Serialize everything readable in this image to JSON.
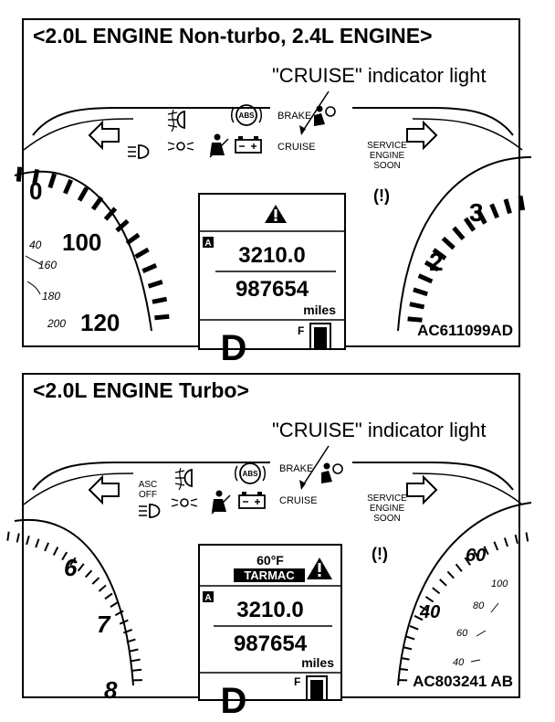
{
  "panels": [
    {
      "title": "<2.0L ENGINE Non-turbo, 2.4L ENGINE>",
      "callout": "\"CRUISE\" indicator light",
      "figure_code": "AC611099AD",
      "left_gauge_numbers": [
        "0",
        "100",
        "120"
      ],
      "left_gauge_small_numbers": [
        "40",
        "160",
        "180",
        "200"
      ],
      "right_gauge_numbers": [
        "3",
        "2"
      ],
      "odometer_value": "3210.0",
      "trip_value": "987654",
      "distance_unit": "miles",
      "odometer_letter": "A",
      "fuel_label": "F",
      "gear_letter": "D",
      "brake_label": "BRAKE",
      "cruise_label": "CRUISE",
      "abs_label": "ABS",
      "service_engine_soon": [
        "SERVICE",
        "ENGINE",
        "SOON"
      ],
      "tpms_label": "(!)"
    },
    {
      "title": "<2.0L ENGINE Turbo>",
      "callout": "\"CRUISE\" indicator light",
      "figure_code": "AC803241 AB",
      "left_gauge_numbers": [
        "6",
        "7",
        "8"
      ],
      "right_gauge_numbers": [
        "60",
        "40"
      ],
      "right_gauge_small_numbers": [
        "100",
        "80",
        "60",
        "40"
      ],
      "temperature": "60°F",
      "tarmac_label": "TARMAC",
      "odometer_value": "3210.0",
      "trip_value": "987654",
      "distance_unit": "miles",
      "odometer_letter": "A",
      "fuel_label": "F",
      "gear_letter": "D",
      "brake_label": "BRAKE",
      "cruise_label": "CRUISE",
      "abs_label": "ABS",
      "asc_off_label": [
        "ASC",
        "OFF"
      ],
      "service_engine_soon": [
        "SERVICE",
        "ENGINE",
        "SOON"
      ],
      "tpms_label": "(!)"
    }
  ]
}
